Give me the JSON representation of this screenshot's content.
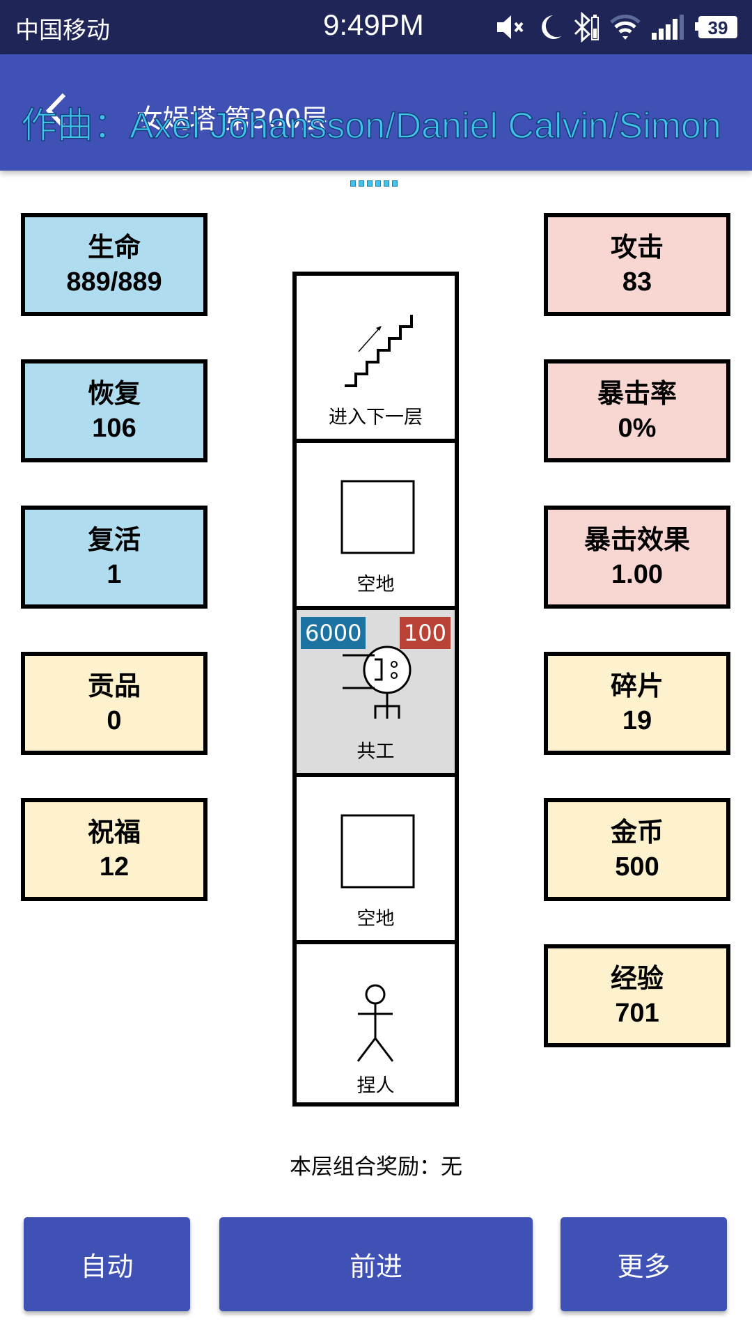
{
  "status_bar": {
    "carrier": "中国移动",
    "time": "9:49PM",
    "battery": "39",
    "icons": [
      "mute-icon",
      "do-not-disturb-moon-icon",
      "bluetooth-icon",
      "bluetooth-battery-icon",
      "wifi-icon",
      "signal-icon",
      "battery-icon"
    ]
  },
  "app_bar": {
    "title": "女娲塔 第300层",
    "lyric_overlay": "作曲：Axel Johansson/Daniel Calvin/Simon G",
    "back_icon": "back-arrow-icon"
  },
  "pager": {
    "count": 6
  },
  "stats_left": [
    {
      "label": "生命",
      "value": "889/889",
      "color": "#b0dcef"
    },
    {
      "label": "恢复",
      "value": "106",
      "color": "#b0dcef"
    },
    {
      "label": "复活",
      "value": "1",
      "color": "#b0dcef"
    },
    {
      "label": "贡品",
      "value": "0",
      "color": "#fdf2cd"
    },
    {
      "label": "祝福",
      "value": "12",
      "color": "#fdf2cd"
    }
  ],
  "stats_right": [
    {
      "label": "攻击",
      "value": "83",
      "color": "#f8d7d3"
    },
    {
      "label": "暴击率",
      "value": "0%",
      "color": "#f8d7d3"
    },
    {
      "label": "暴击效果",
      "value": "1.00",
      "color": "#f8d7d3"
    },
    {
      "label": "碎片",
      "value": "19",
      "color": "#fdf2cd"
    },
    {
      "label": "金币",
      "value": "500",
      "color": "#fdf2cd"
    },
    {
      "label": "经验",
      "value": "701",
      "color": "#fdf2cd"
    }
  ],
  "tower": {
    "cells": [
      {
        "type": "stairs",
        "caption": "进入下一层",
        "icon": "stairs-up-icon"
      },
      {
        "type": "empty",
        "caption": "空地",
        "icon": "empty-square-icon"
      },
      {
        "type": "enemy",
        "caption": "共工",
        "icon": "enemy-gonggong-icon",
        "hp": "6000",
        "attack": "100",
        "hp_color": "#1c72a0",
        "attack_color": "#b84236"
      },
      {
        "type": "empty",
        "caption": "空地",
        "icon": "empty-square-icon"
      },
      {
        "type": "player",
        "caption": "捏人",
        "icon": "stick-figure-icon"
      }
    ]
  },
  "floor_bonus": "本层组合奖励：无",
  "buttons": {
    "auto": "自动",
    "forward": "前进",
    "more": "更多"
  },
  "colors": {
    "status_bar": "#1f2657",
    "app_bar": "#3f51b5",
    "button": "#3f51b5",
    "lyric": "#3ec3ec"
  }
}
